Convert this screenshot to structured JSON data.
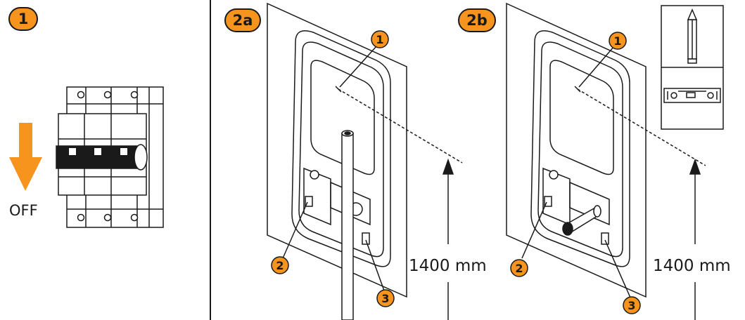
{
  "colors": {
    "accent": "#F7941D",
    "ink": "#1A1A1A"
  },
  "step1": {
    "badge": "1",
    "arrow_text": "OFF",
    "icon": "circuit-breaker"
  },
  "step2a": {
    "badge": "2a",
    "markers": [
      "1",
      "2",
      "3"
    ],
    "height_label": "1400 mm",
    "icon": "wall-mount-template-with-cable"
  },
  "step2b": {
    "badge": "2b",
    "markers": [
      "1",
      "2",
      "3"
    ],
    "height_label": "1400 mm",
    "icon": "wall-mount-template-with-conduit",
    "tools": [
      "pencil-icon",
      "spirit-level-icon"
    ]
  }
}
